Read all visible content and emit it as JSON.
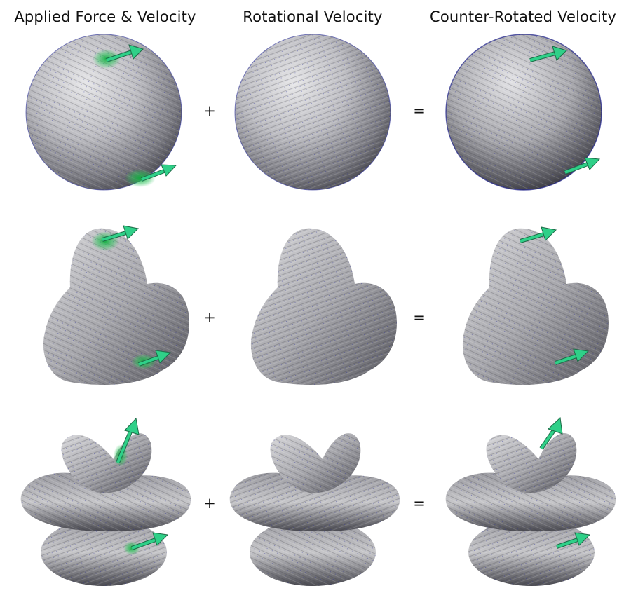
{
  "columns": [
    {
      "title": "Applied Force & Velocity"
    },
    {
      "title": "Rotational Velocity"
    },
    {
      "title": "Counter-Rotated Velocity"
    }
  ],
  "operators": {
    "plus": "+",
    "equals": "="
  },
  "rows": [
    {
      "shape": "sphere"
    },
    {
      "shape": "blob-surface"
    },
    {
      "shape": "twisted-surface"
    }
  ],
  "colors": {
    "surface": "#b9b9bd",
    "surface_dark": "#3f3f44",
    "streamline_blue": "#2a2f9a",
    "force_arrow": "#2fd088",
    "force_glow": "#1fb04f"
  },
  "icons": {
    "arrow": "force-arrow-icon"
  }
}
